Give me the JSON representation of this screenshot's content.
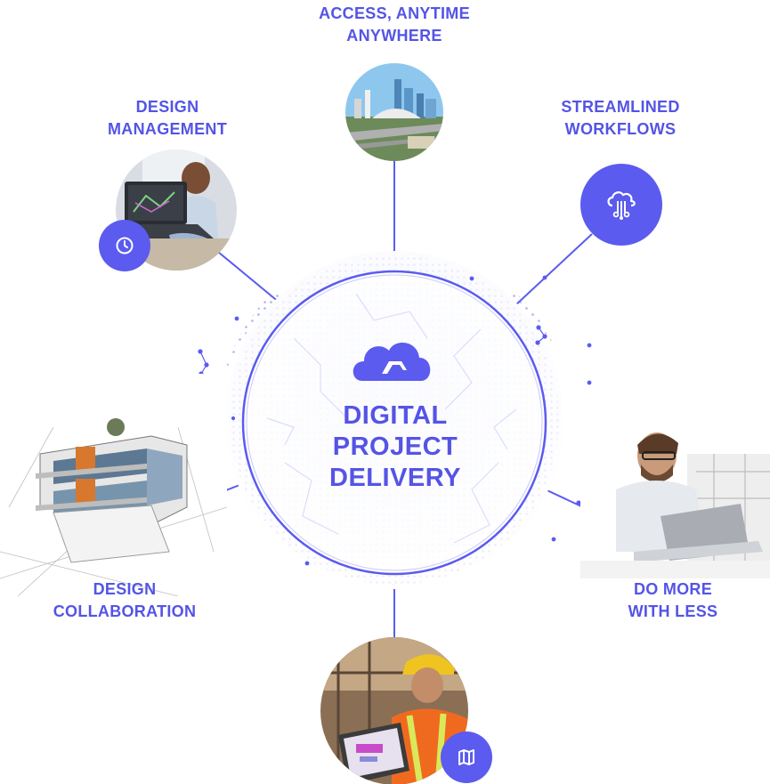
{
  "center": {
    "title_lines": [
      "DIGITAL",
      "PROJECT",
      "DELIVERY"
    ],
    "icon": "cloud-logo-icon"
  },
  "nodes": [
    {
      "id": "access",
      "lines": [
        "ACCESS, ANYTIME",
        "ANYWHERE"
      ],
      "image": "city-aerial-photo"
    },
    {
      "id": "design-management",
      "lines": [
        "DESIGN",
        "MANAGEMENT"
      ],
      "image": "laptop-designer-photo",
      "icon": "clock-icon"
    },
    {
      "id": "streamlined",
      "lines": [
        "STREAMLINED",
        "WORKFLOWS"
      ],
      "icon": "cloud-network-icon"
    },
    {
      "id": "design-collaboration",
      "lines": [
        "DESIGN",
        "COLLABORATION"
      ],
      "image": "building-sketch-photo"
    },
    {
      "id": "do-more",
      "lines": [
        "DO MORE",
        "WITH LESS"
      ],
      "image": "man-laptop-photo"
    },
    {
      "id": "field",
      "image": "construction-worker-photo",
      "icon": "map-icon"
    }
  ],
  "colors": {
    "accent": "#5b5bf0",
    "text": "#5454e6",
    "line": "#5b5bf0"
  }
}
